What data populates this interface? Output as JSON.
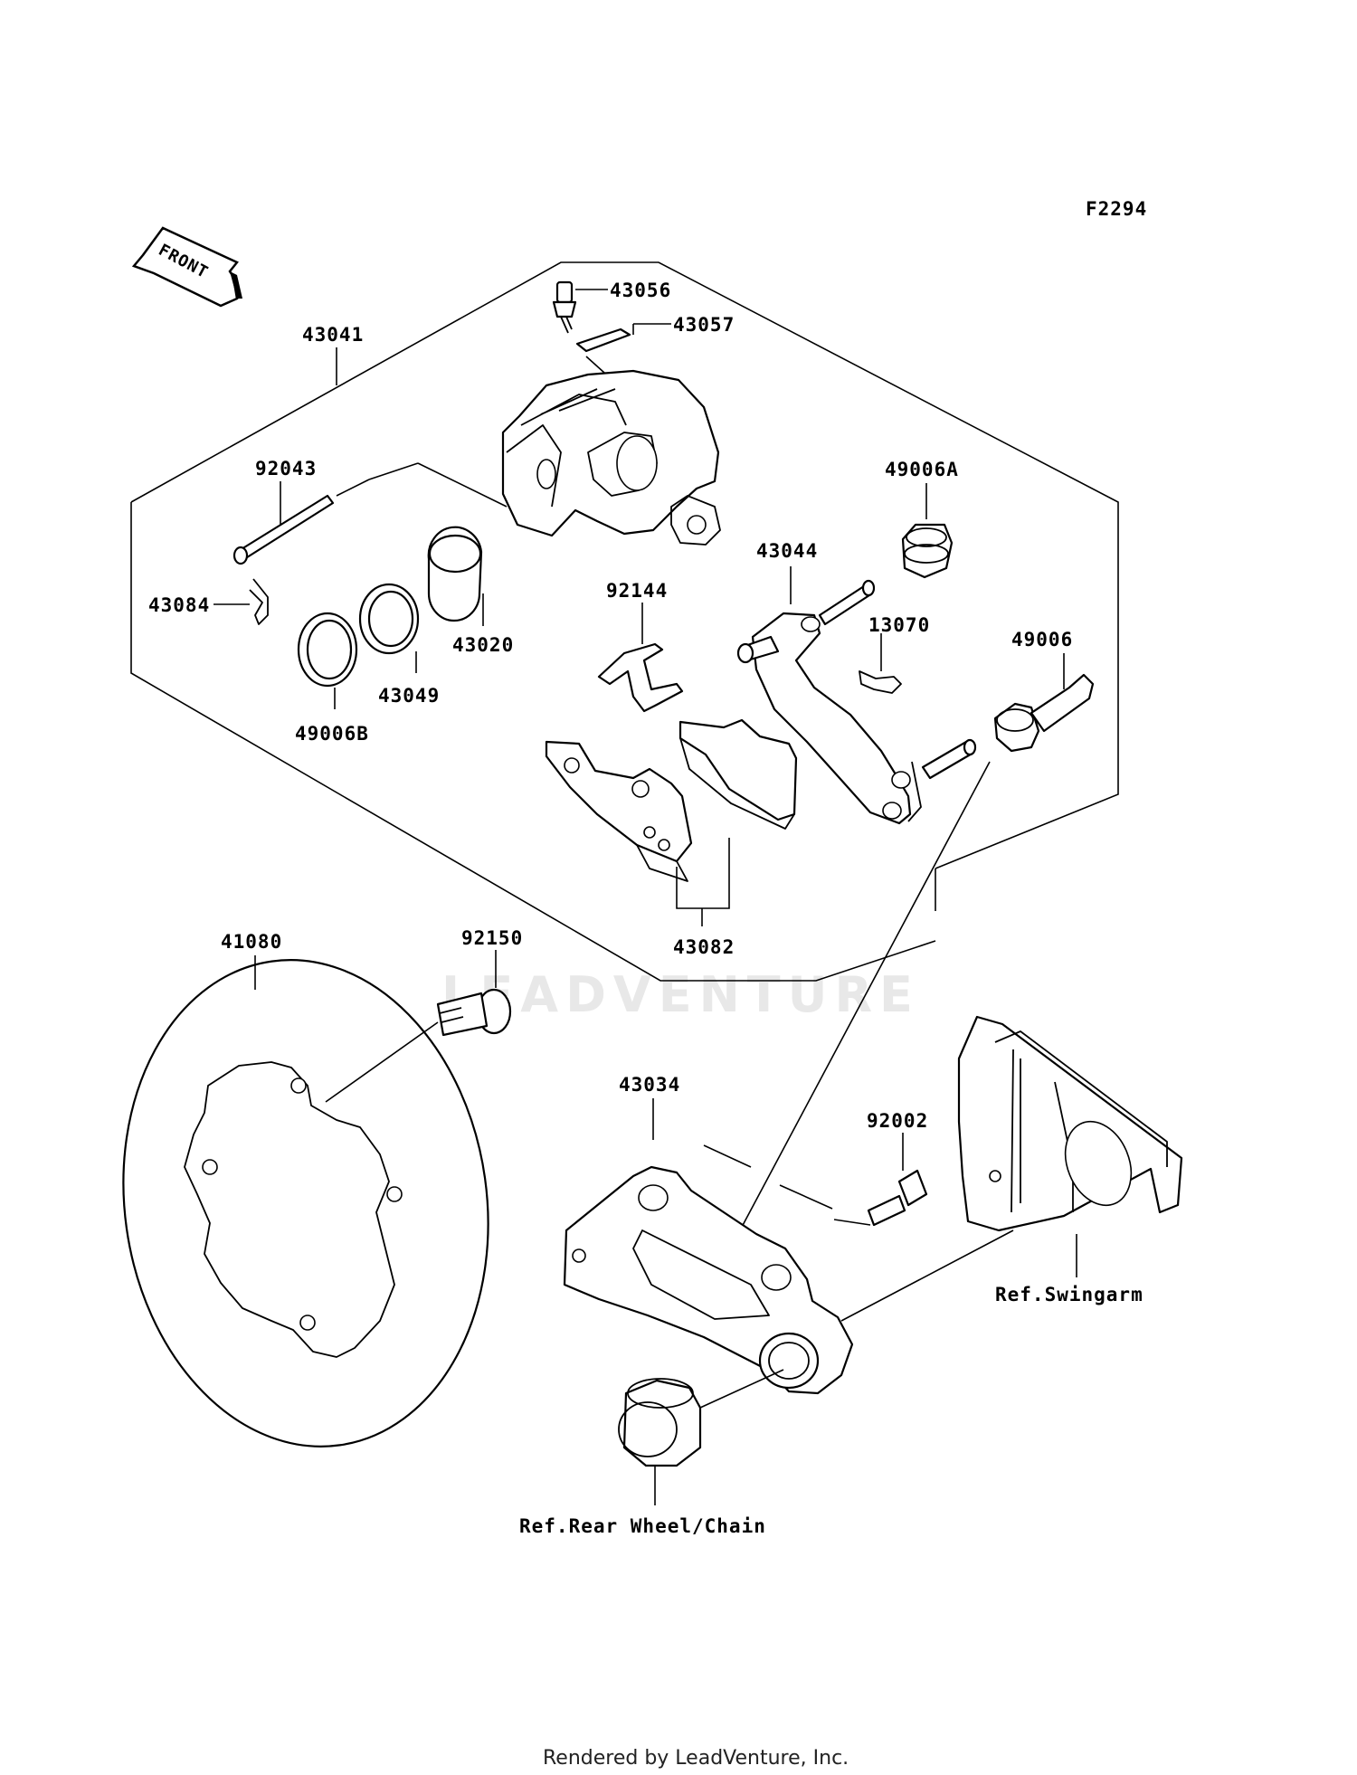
{
  "figure_code": "F2294",
  "front_arrow_label": "FRONT",
  "watermark": "LEADVENTURE",
  "footer_credit": "Rendered by LeadVenture, Inc.",
  "part_labels": {
    "p43041": "43041",
    "p43056": "43056",
    "p43057": "43057",
    "p92043": "92043",
    "p43084": "43084",
    "p43020": "43020",
    "p43049": "43049",
    "p49006B": "49006B",
    "p92144": "92144",
    "p43044": "43044",
    "p49006A": "49006A",
    "p13070": "13070",
    "p49006": "49006",
    "p43082": "43082",
    "p41080": "41080",
    "p92150": "92150",
    "p43034": "43034",
    "p92002": "92002"
  },
  "reference_labels": {
    "swingarm": "Ref.Swingarm",
    "rear_wheel_chain": "Ref.Rear Wheel/Chain"
  }
}
